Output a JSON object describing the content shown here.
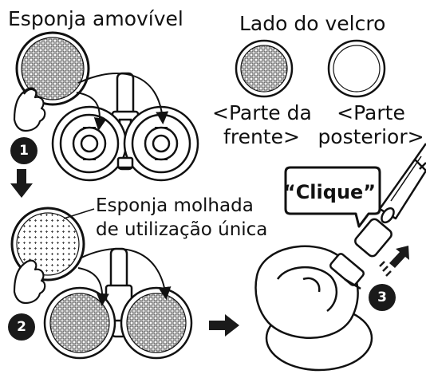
{
  "labels": {
    "removable_sponge": "Esponja amovível",
    "velcro_side": "Lado do velcro",
    "front_part_l1": "<Parte da",
    "front_part_l2": "frente>",
    "back_part_l1": "<Parte",
    "back_part_l2": "posterior>",
    "wet_sponge_l1": "Esponja molhada",
    "wet_sponge_l2": "de utilização única",
    "click": "“Clique”"
  },
  "steps": [
    "1",
    "2",
    "3"
  ],
  "colors": {
    "ink": "#1a1a1a",
    "paper": "#ffffff"
  }
}
